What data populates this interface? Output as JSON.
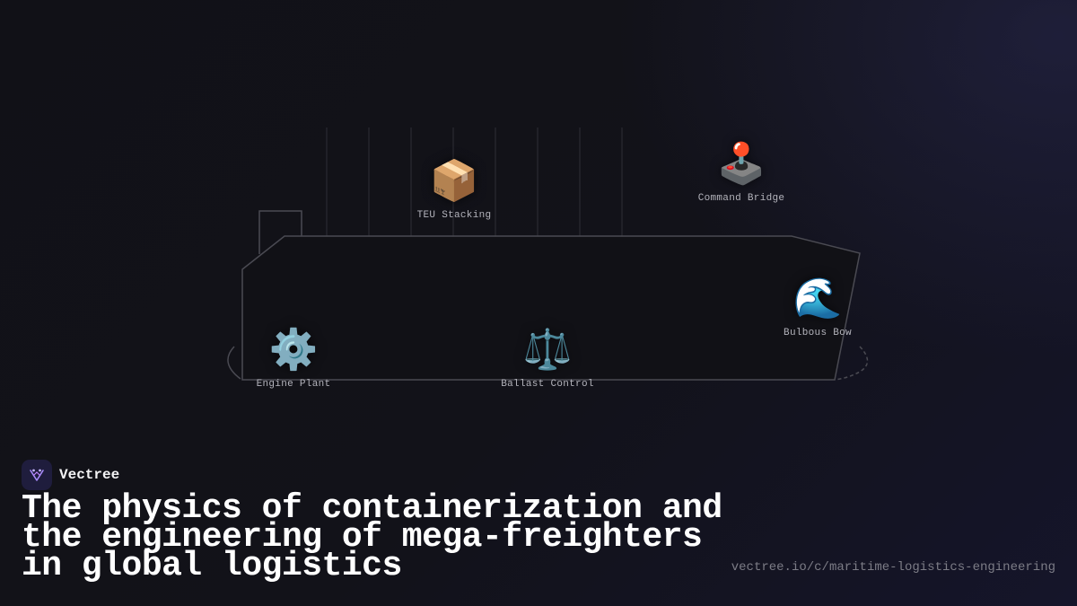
{
  "brand": {
    "name": "Vectree"
  },
  "headline": "The physics of containerization and the engineering of mega-freighters in global logistics",
  "url": "vectree.io/c/maritime-logistics-engineering",
  "hotspots": [
    {
      "id": "teu-stacking",
      "emoji": "📦",
      "label": "TEU Stacking",
      "icon": "package-icon"
    },
    {
      "id": "command-bridge",
      "emoji": "🕹️",
      "label": "Command Bridge",
      "icon": "joystick-icon"
    },
    {
      "id": "bulbous-bow",
      "emoji": "🌊",
      "label": "Bulbous Bow",
      "icon": "wave-icon"
    },
    {
      "id": "engine-plant",
      "emoji": "⚙️",
      "label": "Engine Plant",
      "icon": "gear-icon"
    },
    {
      "id": "ballast-control",
      "emoji": "⚖️",
      "label": "Ballast Control",
      "icon": "scales-icon"
    }
  ],
  "colors": {
    "background": "#111117",
    "hull_stroke": "#4a4a52",
    "accent": "#8b5cf6"
  }
}
